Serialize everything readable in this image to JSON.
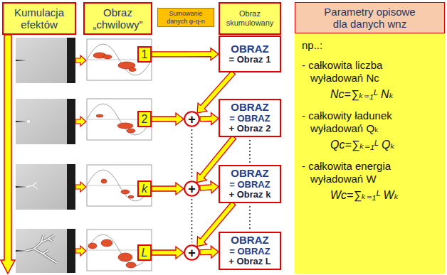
{
  "diagram": {
    "nodes": [
      {
        "text": [
          "Kumulacja efektów"
        ]
      },
      {
        "text": [
          "Obraz „chwilowy”"
        ]
      },
      {
        "text": [
          "Sumowanie danych φ-q-n"
        ]
      },
      {
        "text": [
          "Obraz skumulowany"
        ]
      },
      {
        "text": [
          "Parametry opisowe dla danych wnz"
        ]
      },
      {
        "text": [
          "np..:",
          "- całkowita liczba wyładowań Nc",
          "Nc=∑ₖ₌₁ᴸ Nₖ",
          "- całkowity ładunek wyładowań Qₖ",
          "Qc=∑ₖ₌₁ᴸ Qₖ",
          "- całkowita energia wyładowań W",
          "Wc=∑ₖ₌₁ᴸ Wₖ"
        ]
      },
      {
        "text": [
          "1"
        ]
      },
      {
        "text": [
          "OBRAZ",
          "= Obraz 1"
        ]
      },
      {
        "text": [
          "2"
        ]
      },
      {
        "text": [
          "+"
        ]
      },
      {
        "text": [
          "OBRAZ",
          "= OBRAZ",
          "+ Obraz 2"
        ]
      },
      {
        "text": [
          "k"
        ]
      },
      {
        "text": [
          "+"
        ]
      },
      {
        "text": [
          "OBRAZ",
          "= OBRAZ",
          "+ Obraz k"
        ]
      },
      {
        "text": [
          "L"
        ]
      },
      {
        "text": [
          "+"
        ]
      },
      {
        "text": [
          "OBRAZ",
          "= OBRAZ",
          "+ Obraz L"
        ]
      }
    ],
    "edges": [
      {
        "from": 6,
        "to": 7,
        "arrow": "to"
      },
      {
        "from": 8,
        "to": 9,
        "arrow": "to"
      },
      {
        "from": 7,
        "to": 9,
        "arrow": "to"
      },
      {
        "from": 9,
        "to": 10,
        "arrow": "to"
      },
      {
        "from": 11,
        "to": 12,
        "arrow": "to"
      },
      {
        "from": 10,
        "to": 12,
        "arrow": "to"
      },
      {
        "from": 12,
        "to": 13,
        "arrow": "to"
      },
      {
        "from": 14,
        "to": 15,
        "arrow": "to"
      },
      {
        "from": 13,
        "to": 15,
        "arrow": "to"
      },
      {
        "from": 15,
        "to": 16,
        "arrow": "to"
      }
    ]
  }
}
